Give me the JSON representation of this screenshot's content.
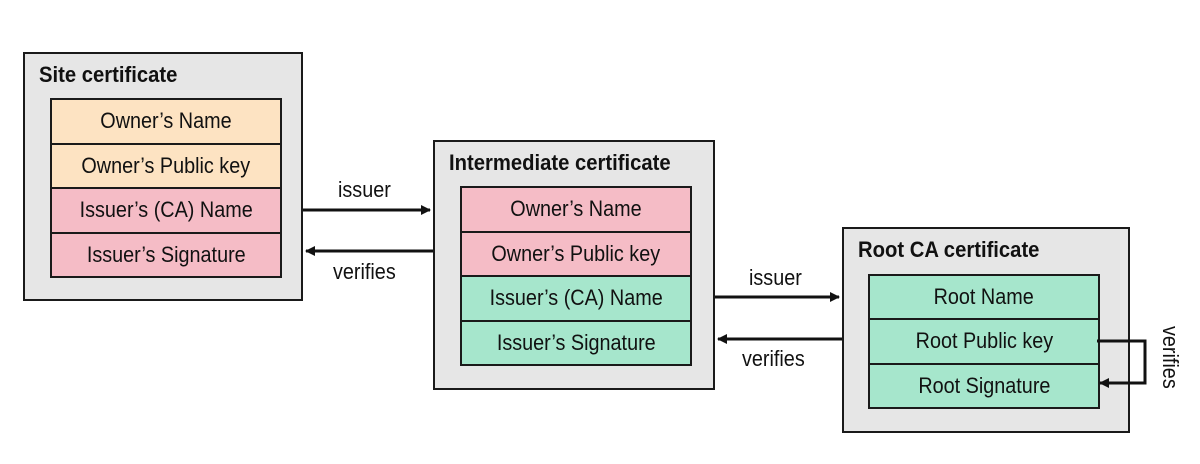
{
  "colors": {
    "owner": "#fde3c2",
    "issuer": "#f5bcc6",
    "issuer_alt": "#a6e6cc",
    "root": "#a6e6cc",
    "box": "#e6e6e6"
  },
  "site": {
    "title": "Site certificate",
    "fields": [
      "Owner’s Name",
      "Owner’s Public key",
      "Issuer’s (CA) Name",
      "Issuer’s Signature"
    ]
  },
  "intermediate": {
    "title": "Intermediate certificate",
    "fields": [
      "Owner’s Name",
      "Owner’s Public key",
      "Issuer’s (CA) Name",
      "Issuer’s Signature"
    ]
  },
  "root": {
    "title": "Root CA certificate",
    "fields": [
      "Root Name",
      "Root Public key",
      "Root Signature"
    ]
  },
  "arrows": {
    "issuer_1": "issuer",
    "verifies_1": "verifies",
    "issuer_2": "issuer",
    "verifies_2": "verifies",
    "verifies_self": "verifies"
  }
}
